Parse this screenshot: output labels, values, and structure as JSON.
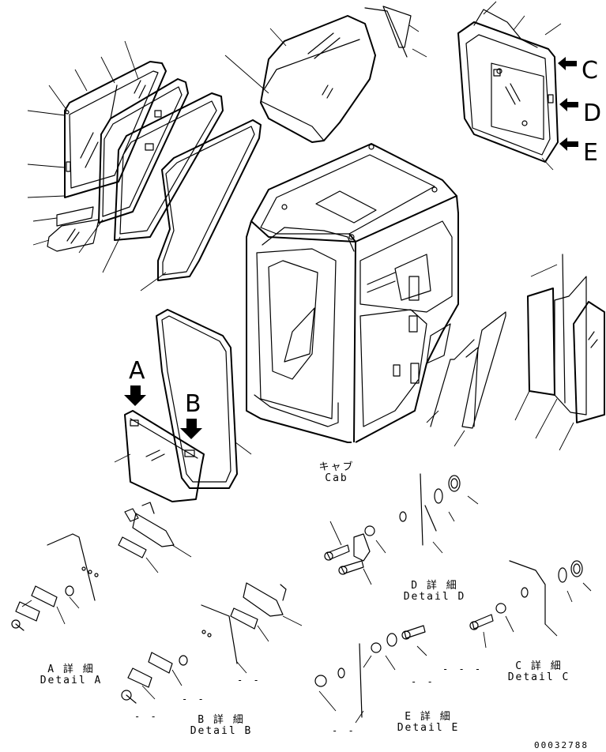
{
  "view_labels": {
    "a": "A",
    "b": "B",
    "c": "C",
    "d": "D",
    "e": "E"
  },
  "cab": {
    "jp": "キャブ",
    "en": "Cab"
  },
  "details": {
    "a": {
      "jp": "A 詳 細",
      "en": "Detail A"
    },
    "b": {
      "jp": "B 詳 細",
      "en": "Detail B"
    },
    "c": {
      "jp": "C 詳 細",
      "en": "Detail C"
    },
    "d": {
      "jp": "D 詳 細",
      "en": "Detail D"
    },
    "e": {
      "jp": "E 詳 細",
      "en": "Detail E"
    }
  },
  "drawing_code": "00032788",
  "dash_marks": {
    "d1": "- -",
    "d2": "- -",
    "d3": "- -",
    "d4": "- - -",
    "d5": "- -",
    "d6": "- -"
  }
}
